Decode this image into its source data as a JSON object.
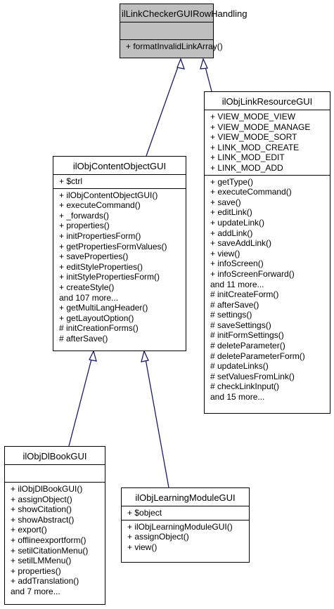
{
  "classes": {
    "root": {
      "name": "ilLinkCheckerGUIRowHandling",
      "attributes": [],
      "methods": [
        "+ formatInvalidLinkArray()"
      ]
    },
    "content": {
      "name": "ilObjContentObjectGUI",
      "attributes": [
        "+ $ctrl"
      ],
      "methods": [
        "+ ilObjContentObjectGUI()",
        "+ executeCommand()",
        "+ _forwards()",
        "+ properties()",
        "+ initPropertiesForm()",
        "+ getPropertiesFormValues()",
        "+ saveProperties()",
        "+ editStyleProperties()",
        "+ initStylePropertiesForm()",
        "+ createStyle()",
        "and 107 more...",
        "+ getMultiLangHeader()",
        "+ getLayoutOption()",
        "# initCreationForms()",
        "# afterSave()"
      ]
    },
    "linkres": {
      "name": "ilObjLinkResourceGUI",
      "attributes": [
        "+ VIEW_MODE_VIEW",
        "+ VIEW_MODE_MANAGE",
        "+ VIEW_MODE_SORT",
        "+ LINK_MOD_CREATE",
        "+ LINK_MOD_EDIT",
        "+ LINK_MOD_ADD"
      ],
      "methods": [
        "+ getType()",
        "+ executeCommand()",
        "+ save()",
        "+ editLink()",
        "+ updateLink()",
        "+ addLink()",
        "+ saveAddLink()",
        "+ view()",
        "+ infoScreen()",
        "+ infoScreenForward()",
        "and 11 more...",
        "# initCreateForm()",
        "# afterSave()",
        "# settings()",
        "# saveSettings()",
        "# initFormSettings()",
        "# deleteParameter()",
        "# deleteParameterForm()",
        "# updateLinks()",
        "# setValuesFromLink()",
        "# checkLinkInput()",
        "and 15 more..."
      ]
    },
    "dlbook": {
      "name": "ilObjDlBookGUI",
      "attributes": [],
      "methods": [
        "+ ilObjDlBookGUI()",
        "+ assignObject()",
        "+ showCitation()",
        "+ showAbstract()",
        "+ export()",
        "+ offlineexportform()",
        "+ setilCitationMenu()",
        "+ setilLMMenu()",
        "+ properties()",
        "+ addTranslation()",
        "and 7 more..."
      ]
    },
    "lm": {
      "name": "ilObjLearningModuleGUI",
      "attributes": [
        "+ $object"
      ],
      "methods": [
        "+ ilObjLearningModuleGUI()",
        "+ assignObject()",
        "+ view()"
      ]
    }
  },
  "colors": {
    "edge": "#191970",
    "root_fill": "#bfbfbf"
  }
}
